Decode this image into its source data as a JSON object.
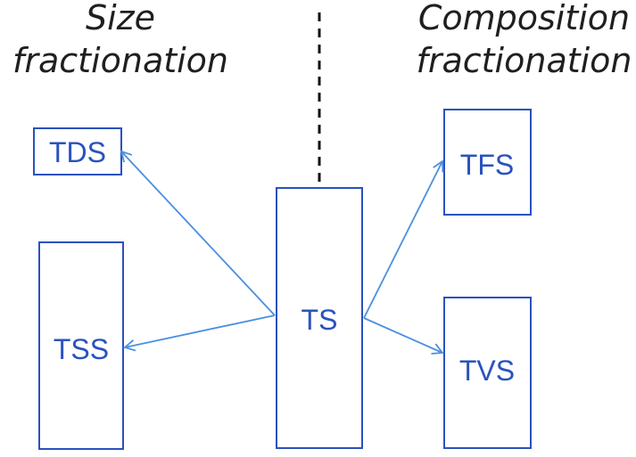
{
  "headings": {
    "left": {
      "line1": "Size",
      "line2": "fractionation"
    },
    "right": {
      "line1": "Composition",
      "line2": "fractionation"
    }
  },
  "boxes": {
    "ts": "TS",
    "tds": "TDS",
    "tss": "TSS",
    "tfs": "TFS",
    "tvs": "TVS"
  },
  "colors": {
    "box_stroke": "#2a52be",
    "arrow": "#4a8fe0",
    "text": "#2a52be",
    "heading": "#1f1f1f",
    "divider": "#111111"
  }
}
